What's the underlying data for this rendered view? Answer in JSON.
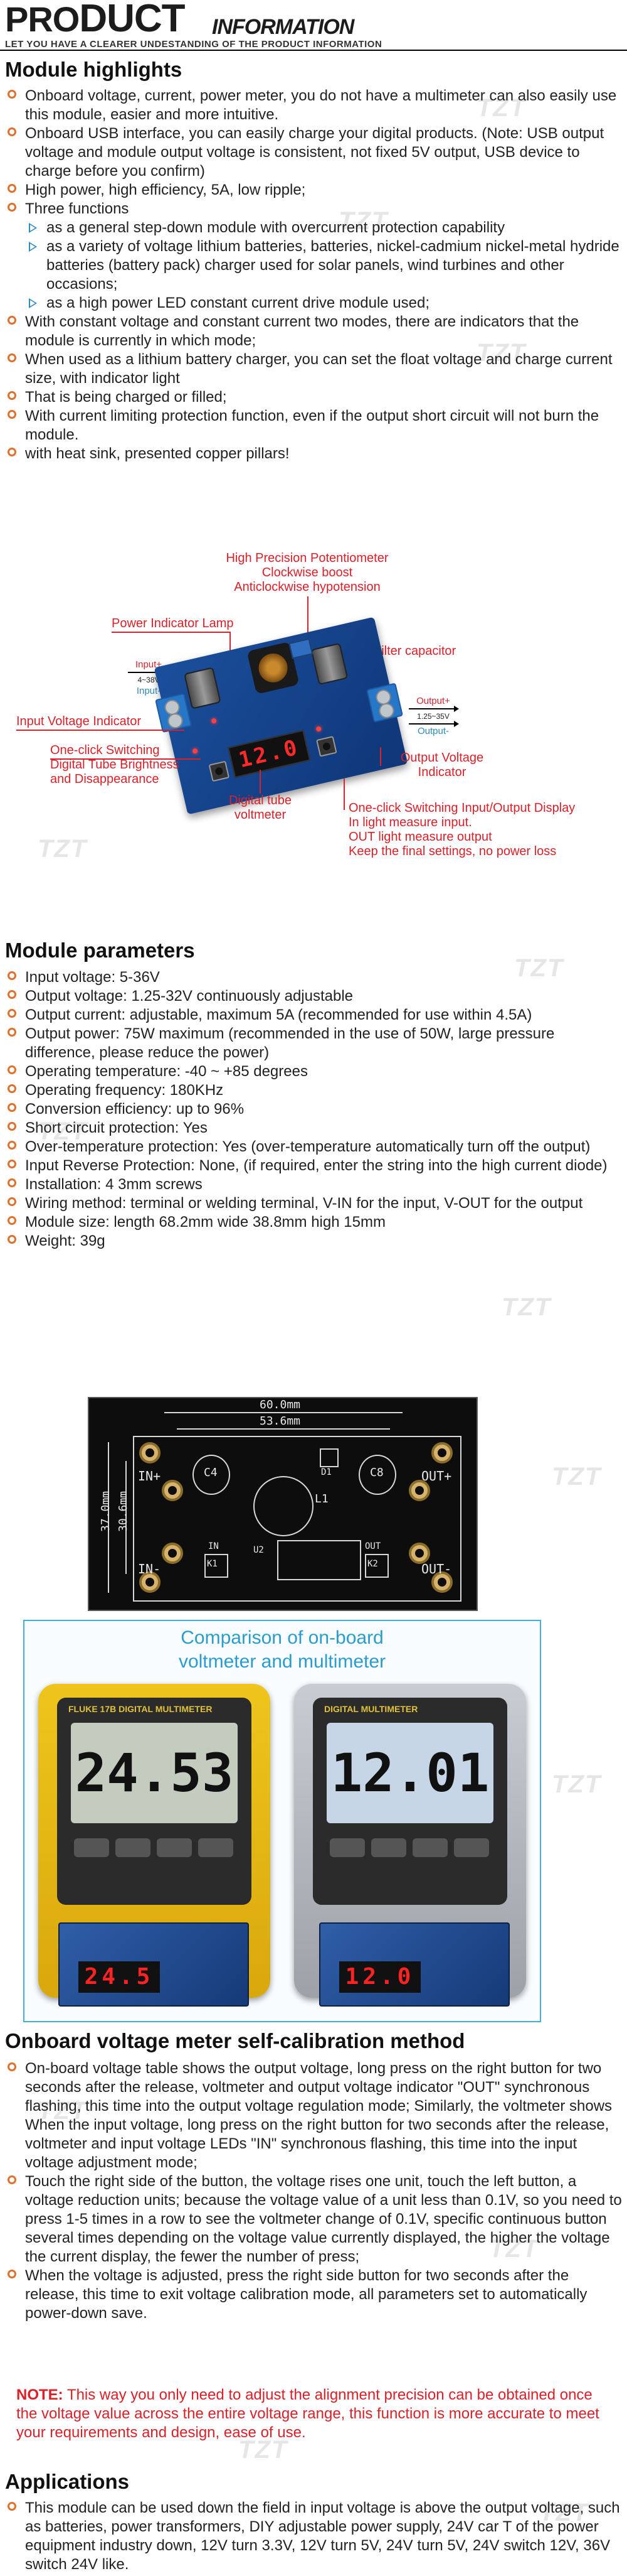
{
  "header": {
    "title_part1": "PRO",
    "title_part2": "DUCT",
    "title_part3": "INFORMATION",
    "subtitle": "LET YOU HAVE A CLEARER UNDESTANDING OF THE PRODUCT INFORMATION"
  },
  "watermark": "TZT",
  "highlights": {
    "heading": "Module highlights",
    "items": [
      "Onboard voltage, current, power meter, you do not have a multimeter can also easily use this module, easier and more intuitive.",
      "Onboard USB interface, you can easily charge your digital products. (Note: USB output voltage and module output voltage is consistent, not fixed 5V output, USB device to charge before you confirm)",
      "High power, high efficiency, 5A, low ripple;",
      "Three functions"
    ],
    "sub_items": [
      "as a general step-down module with overcurrent protection capability",
      "as a variety of voltage lithium batteries, batteries, nickel-cadmium nickel-metal hydride batteries (battery pack) charger used for solar panels, wind turbines and other occasions;",
      "as a high power LED constant current drive module used;"
    ],
    "items_after": [
      "With constant voltage and constant current two modes, there are indicators that the module is currently in which mode;",
      "When used as a lithium battery charger, you can set the float voltage and charge current size, with indicator light",
      "That is being charged or filled;",
      "With current limiting protection function, even if the output short circuit will not burn the module.",
      "with heat sink, presented copper pillars!"
    ]
  },
  "diagram": {
    "pot_label": [
      "High Precision Potentiometer",
      "Clockwise boost",
      "Anticlockwise hypotension"
    ],
    "power_lamp": "Power Indicator Lamp",
    "filter_cap": "Filter capacitor",
    "input_plus": "Input+",
    "input_range": "4~38V",
    "input_minus": "Input-",
    "output_plus": "Output+",
    "output_range": "1.25~35V",
    "output_minus": "Output-",
    "input_indicator": "Input Voltage Indicator",
    "output_indicator": [
      "Output Voltage",
      "Indicator"
    ],
    "one_click": [
      "One-click Switching",
      "Digital Tube Brightness",
      "and Disappearance"
    ],
    "digital_tube": [
      "Digital tube",
      "voltmeter"
    ],
    "switch_io": [
      "One-click Switching Input/Output Display",
      "In light measure input.",
      "OUT light measure output",
      "Keep the final settings, no power loss"
    ],
    "display_value": "12.0"
  },
  "parameters": {
    "heading": "Module parameters",
    "items": [
      "Input voltage: 5-36V",
      "Output voltage: 1.25-32V continuously adjustable",
      "Output current: adjustable, maximum 5A (recommended for use within 4.5A)",
      "Output power: 75W maximum (recommended in the use of 50W, large pressure difference, please reduce the power)",
      "Operating temperature: -40 ~ +85 degrees",
      "Operating frequency: 180KHz",
      "Conversion efficiency: up to 96%",
      "Short circuit protection: Yes",
      "Over-temperature protection: Yes (over-temperature automatically turn off the output)",
      "Input Reverse Protection: None, (if required, enter the string into the high current diode)",
      "Installation: 4 3mm screws",
      "Wiring method: terminal or welding terminal, V-IN for the input, V-OUT for the output",
      "Module size: length 68.2mm wide 38.8mm high 15mm",
      "Weight: 39g"
    ]
  },
  "pcb": {
    "dim_w1": "60.0mm",
    "dim_w2": "53.6mm",
    "dim_h1": "37.0mm",
    "dim_h2": "30.6mm",
    "in_plus": "IN+",
    "in_minus": "IN-",
    "out_plus": "OUT+",
    "out_minus": "OUT-",
    "c4": "C4",
    "c8": "C8",
    "d1": "D1",
    "l1": "L1",
    "in": "IN",
    "out": "OUT",
    "k1": "K1",
    "k2": "K2",
    "u2": "U2"
  },
  "comparison": {
    "title_line1": "Comparison of on-board",
    "title_line2": "voltmeter and multimeter",
    "meter1_brand": "FLUKE 17B DIGITAL MULTIMETER",
    "meter1_value": "24.53",
    "meter2_brand": "DIGITAL MULTIMETER",
    "meter2_value": "12.01",
    "module1_display": "24.5",
    "module2_display": "12.0"
  },
  "calibration": {
    "heading": "Onboard voltage meter self-calibration method",
    "items": [
      "On-board voltage table shows the output voltage, long press on the right button for two seconds after the release, voltmeter and output voltage indicator \"OUT\" synchronous flashing, this time into the output voltage regulation mode; Similarly, the voltmeter shows When the input voltage, long press on the right button for two seconds after the release, voltmeter and input voltage LEDs \"IN\" synchronous flashing, this time into the input voltage adjustment mode;",
      "Touch the right side of the button, the voltage rises one unit, touch the left button, a voltage reduction units; because the voltage value of a unit less than 0.1V, so you need to press 1-5 times in a row to see the voltmeter change of 0.1V, specific continuous button several times depending on the voltage value currently displayed, the higher the voltage the current display, the fewer the number of press;",
      "When the voltage is adjusted, press the right side button for two seconds after the release, this time to exit voltage calibration mode, all parameters set to automatically power-down save."
    ],
    "note_label": "NOTE:",
    "note_text": " This way you only need to adjust the alignment precision can be obtained once the voltage value across the entire voltage range, this function is more accurate to meet your requirements and design, ease of use."
  },
  "applications": {
    "heading": "Applications",
    "items": [
      "This module can be used down the field in input voltage is above the output voltage, such as batteries, power transformers, DIY adjustable power supply, 24V car T of the power equipment industry down, 12V turn 3.3V, 12V turn 5V, 24V turn 5V, 24V switch 12V, 36V switch 24V like."
    ]
  },
  "colors": {
    "bullet": "#e0702c",
    "arrow": "#2e8bb8",
    "annotation": "#d9212a",
    "title_blue": "#2a9ccd"
  }
}
